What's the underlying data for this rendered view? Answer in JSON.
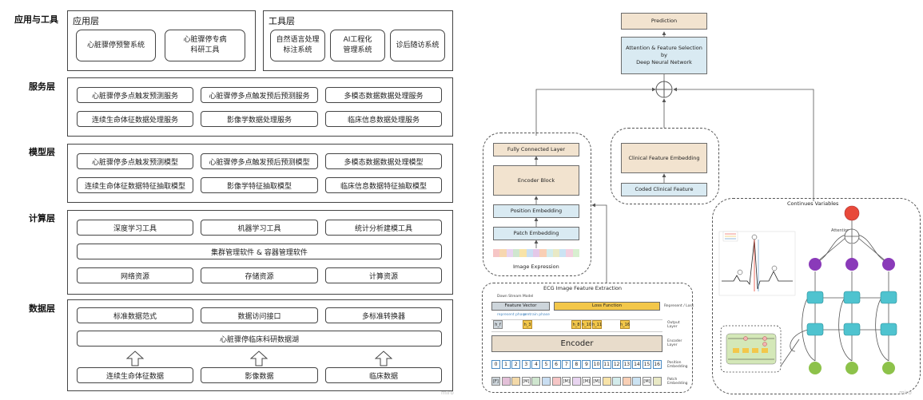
{
  "left": {
    "app_layer": {
      "label": "应用与工具",
      "app_title": "应用层",
      "app_items": [
        "心脏骤停预警系统",
        "心脏骤停专病\n科研工具"
      ],
      "tool_title": "工具层",
      "tool_items": [
        "自然语言处理\n标注系统",
        "AI工程化\n管理系统",
        "诊后随访系统"
      ]
    },
    "service_layer": {
      "label": "服务层",
      "items": [
        "心脏骤停多点触发预测服务",
        "心脏骤停多点触发预后预测服务",
        "多模态数据数据处理服务",
        "连续生命体征数据处理服务",
        "影像学数据处理服务",
        "临床信息数据处理服务"
      ]
    },
    "model_layer": {
      "label": "模型层",
      "items": [
        "心脏骤停多点触发预测模型",
        "心脏骤停多点触发预后预测模型",
        "多模态数据数据处理模型",
        "连续生命体征数据特征抽取模型",
        "影像学特征抽取模型",
        "临床信息数据特征抽取模型"
      ]
    },
    "compute_layer": {
      "label": "计算层",
      "tools": [
        "深度学习工具",
        "机器学习工具",
        "统计分析建模工具"
      ],
      "cluster": "集群管理软件 & 容器管理软件",
      "resources": [
        "网络资源",
        "存储资源",
        "计算资源"
      ]
    },
    "data_layer": {
      "label": "数据层",
      "top": [
        "标准数据范式",
        "数据访问接口",
        "多标准转换器"
      ],
      "lake": "心脏骤停临床科研数据湖",
      "sources": [
        "连续生命体征数据",
        "影像数据",
        "临床数据"
      ]
    }
  },
  "right": {
    "prediction": "Prediction",
    "attention_dnn": "Attention & Feature Selection by\nDeep Neural Network",
    "image_branch": {
      "fc": "Fully Connected Layer",
      "encoder_block": "Encoder Block",
      "position_embedding": "Position Embedding",
      "patch_embedding": "Patch Embedding",
      "caption": "Image Expression",
      "patch_colors": [
        "#f6c6c6",
        "#f7d7b0",
        "#e8d4f0",
        "#cfe6cf",
        "#f8e3a8",
        "#c9def2",
        "#e4c8e8",
        "#f9cfb5",
        "#d3ecec",
        "#e9e9c5",
        "#cbe3f3",
        "#f3d0df",
        "#d8efd0"
      ]
    },
    "clinical_branch": {
      "embedding": "Clinical Feature Embedding",
      "coded": "Coded Clinical Feature"
    },
    "ecg": {
      "title": "ECG Image Feature Extraction",
      "down_stream": "Down Stream Model",
      "feature_vector": "Feature Vector",
      "loss_function": "Loss Function",
      "represent_loss": "Represent / Loss",
      "represent_phase": "represent phase",
      "pretrain_phase": "pretrain phase",
      "output_layer": "Output\nLayer",
      "encoder": "Encoder",
      "encoder_layer": "Encoder\nLayer",
      "position_embedding": "Position\nEmbedding",
      "patch_embedding": "Patch\nEmbedding",
      "positions": [
        "0",
        "1",
        "2",
        "3",
        "4",
        "5",
        "6",
        "7",
        "8",
        "9",
        "10",
        "11",
        "12",
        "13",
        "14",
        "15",
        "16"
      ],
      "outputs": [
        "h_f",
        "h_3",
        "h_8",
        "h_10",
        "h_11",
        "h_16"
      ],
      "tokens": [
        "[F]",
        "",
        "",
        "[M]",
        "",
        "",
        "",
        "[M]",
        "",
        "[M]",
        "[M]",
        "",
        "",
        "",
        "",
        "[M]",
        ""
      ]
    },
    "continues": {
      "title": "Continues Variables",
      "attention": "Attention"
    },
    "watermark_left": "miro",
    "watermark_right": "miro"
  },
  "colors": {
    "tan": "#f2e3cf",
    "ice": "#d9eaf2",
    "teal": "#4fc3cf",
    "purple": "#8a3ab9",
    "green": "#8dc24a",
    "red": "#e8493a",
    "gold": "#f0b73a"
  }
}
